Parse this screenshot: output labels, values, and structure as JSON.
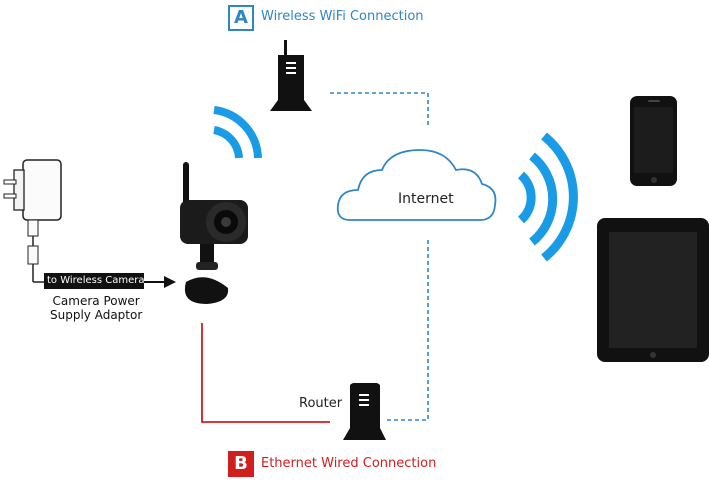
{
  "badge_a": "A",
  "badge_b": "B",
  "wifi_connection": "Wireless WiFi Connection",
  "ethernet_connection": "Ethernet Wired Connection",
  "internet": "Internet",
  "router": "Router",
  "to_camera_tag": "to Wireless Camera",
  "adaptor_line1": "Camera Power",
  "adaptor_line2": "Supply Adaptor",
  "colors": {
    "wifi_blue": "#2f86c7",
    "signal_blue": "#1a9be6",
    "ethernet_red": "#d01f1f",
    "device_black": "#111111"
  },
  "icons": [
    "router-icon",
    "wifi-signal-icon",
    "cloud-icon",
    "camera-icon",
    "power-adaptor-icon",
    "phone-icon",
    "tablet-icon"
  ]
}
